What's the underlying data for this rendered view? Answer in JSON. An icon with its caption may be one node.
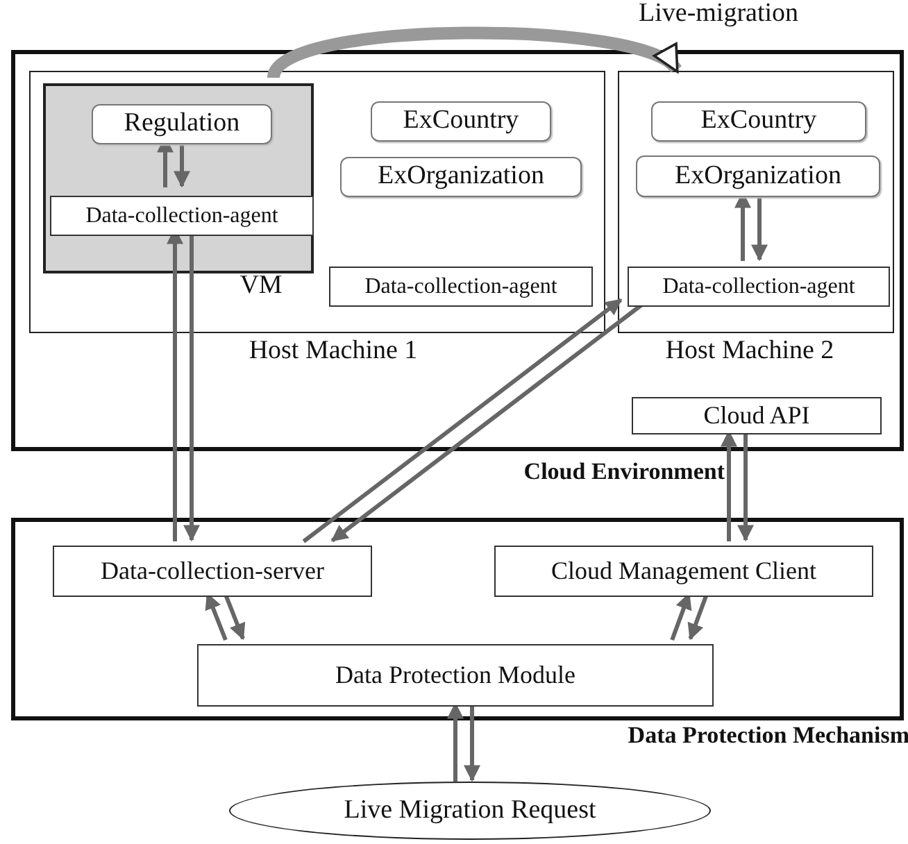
{
  "diagram": {
    "nodes": [
      {
        "text": [
          "Cloud Environment"
        ]
      },
      {
        "text": [
          "Host Machine 1"
        ],
        "in": 0
      },
      {
        "text": [
          "VM"
        ],
        "in": 1
      },
      {
        "text": [
          "Regulation"
        ],
        "in": 2
      },
      {
        "text": [
          "Data-collection-agent"
        ],
        "in": 2
      },
      {
        "text": [
          "ExCountry"
        ],
        "in": 1
      },
      {
        "text": [
          "ExOrganization"
        ],
        "in": 1
      },
      {
        "text": [
          "Data-collection-agent"
        ],
        "in": 1
      },
      {
        "text": [
          "Host Machine 2"
        ],
        "in": 0
      },
      {
        "text": [
          "ExCountry"
        ],
        "in": 8
      },
      {
        "text": [
          "ExOrganization"
        ],
        "in": 8
      },
      {
        "text": [
          "Data-collection-agent"
        ],
        "in": 8
      },
      {
        "text": [
          "Cloud API"
        ],
        "in": 0
      },
      {
        "text": [
          "Data Protection Mechanism"
        ]
      },
      {
        "text": [
          "Data-collection-server"
        ],
        "in": 13
      },
      {
        "text": [
          "Cloud Management Client"
        ],
        "in": 13
      },
      {
        "text": [
          "Data Protection Module"
        ],
        "in": 13
      },
      {
        "text": [
          "Live Migration Request"
        ]
      }
    ],
    "edges": [
      {
        "from": 2,
        "to": 8,
        "arrow": "to",
        "label": "Live-migration",
        "style": "thick"
      },
      {
        "from": 4,
        "to": 3,
        "arrow": "to"
      },
      {
        "from": 3,
        "to": 4,
        "arrow": "to"
      },
      {
        "from": 11,
        "to": 10,
        "arrow": "to"
      },
      {
        "from": 10,
        "to": 11,
        "arrow": "to"
      },
      {
        "from": 14,
        "to": 4,
        "arrow": "to"
      },
      {
        "from": 4,
        "to": 14,
        "arrow": "to"
      },
      {
        "from": 14,
        "to": 11,
        "arrow": "to"
      },
      {
        "from": 11,
        "to": 14,
        "arrow": "to"
      },
      {
        "from": 15,
        "to": 12,
        "arrow": "to"
      },
      {
        "from": 12,
        "to": 15,
        "arrow": "to"
      },
      {
        "from": 16,
        "to": 14,
        "arrow": "to"
      },
      {
        "from": 14,
        "to": 16,
        "arrow": "to"
      },
      {
        "from": 16,
        "to": 15,
        "arrow": "to"
      },
      {
        "from": 15,
        "to": 16,
        "arrow": "to"
      },
      {
        "from": 17,
        "to": 16,
        "arrow": "to"
      },
      {
        "from": 16,
        "to": 17,
        "arrow": "to"
      }
    ]
  }
}
